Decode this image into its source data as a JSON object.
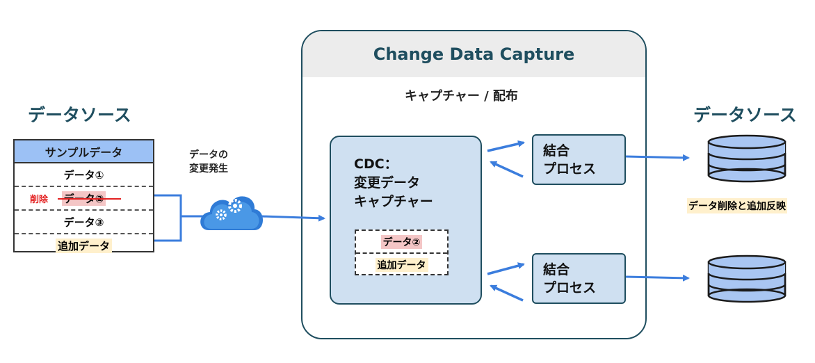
{
  "left_title": "データソース",
  "right_title": "データソース",
  "sample_table": {
    "header": "サンプルデータ",
    "rows": [
      "データ①",
      "データ②",
      "データ③",
      "追加データ"
    ],
    "delete_label": "削除"
  },
  "change_label": {
    "line1": "データの",
    "line2": "変更発生"
  },
  "cdc": {
    "title": "Change Data Capture",
    "capture_label": "キャプチャー / 配布",
    "inner": {
      "line1": "CDC：",
      "line2": "変更データ",
      "line3": "キャプチャー"
    },
    "mini_rows": [
      "データ②",
      "追加データ"
    ]
  },
  "process": {
    "line1": "結合",
    "line2": "プロセス"
  },
  "result_label": "データ削除と追加反映",
  "colors": {
    "accent_dark": "#1f4e5f",
    "arrow_blue": "#3b7ddd",
    "box_fill": "#cfe0f1",
    "header_blue": "#9cc1f5"
  },
  "icons": [
    "cloud-gear-icon",
    "database-icon"
  ]
}
